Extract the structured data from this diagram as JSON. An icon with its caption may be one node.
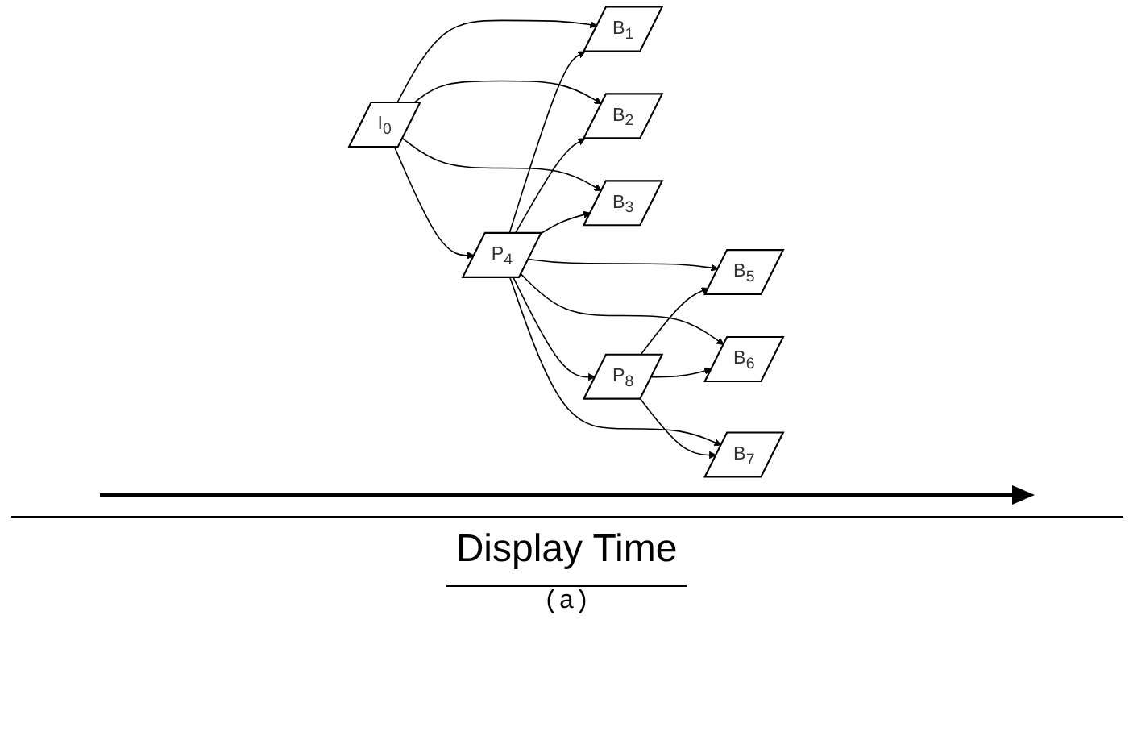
{
  "diagram": {
    "nodes": [
      {
        "text": [
          "I$_{0}$"
        ]
      },
      {
        "text": [
          "B$_{1}$"
        ]
      },
      {
        "text": [
          "B$_{2}$"
        ]
      },
      {
        "text": [
          "B$_{3}$"
        ]
      },
      {
        "text": [
          "P$_{4}$"
        ]
      },
      {
        "text": [
          "B$_{5}$"
        ]
      },
      {
        "text": [
          "B$_{6}$"
        ]
      },
      {
        "text": [
          "B$_{7}$"
        ]
      },
      {
        "text": [
          "P$_{8}$"
        ]
      }
    ],
    "edges": [
      {
        "from": 0,
        "to": 4,
        "arrow": "to"
      },
      {
        "from": 4,
        "to": 8,
        "arrow": "to"
      },
      {
        "from": 0,
        "to": 1,
        "arrow": "to"
      },
      {
        "from": 0,
        "to": 2,
        "arrow": "to"
      },
      {
        "from": 0,
        "to": 3,
        "arrow": "to"
      },
      {
        "from": 4,
        "to": 1,
        "arrow": "to"
      },
      {
        "from": 4,
        "to": 2,
        "arrow": "to"
      },
      {
        "from": 4,
        "to": 3,
        "arrow": "to"
      },
      {
        "from": 4,
        "to": 5,
        "arrow": "to"
      },
      {
        "from": 4,
        "to": 6,
        "arrow": "to"
      },
      {
        "from": 4,
        "to": 7,
        "arrow": "to"
      },
      {
        "from": 8,
        "to": 5,
        "arrow": "to"
      },
      {
        "from": 8,
        "to": 6,
        "arrow": "to"
      },
      {
        "from": 8,
        "to": 7,
        "arrow": "to"
      }
    ],
    "labels": [
      "Display Time",
      "(a)"
    ]
  }
}
